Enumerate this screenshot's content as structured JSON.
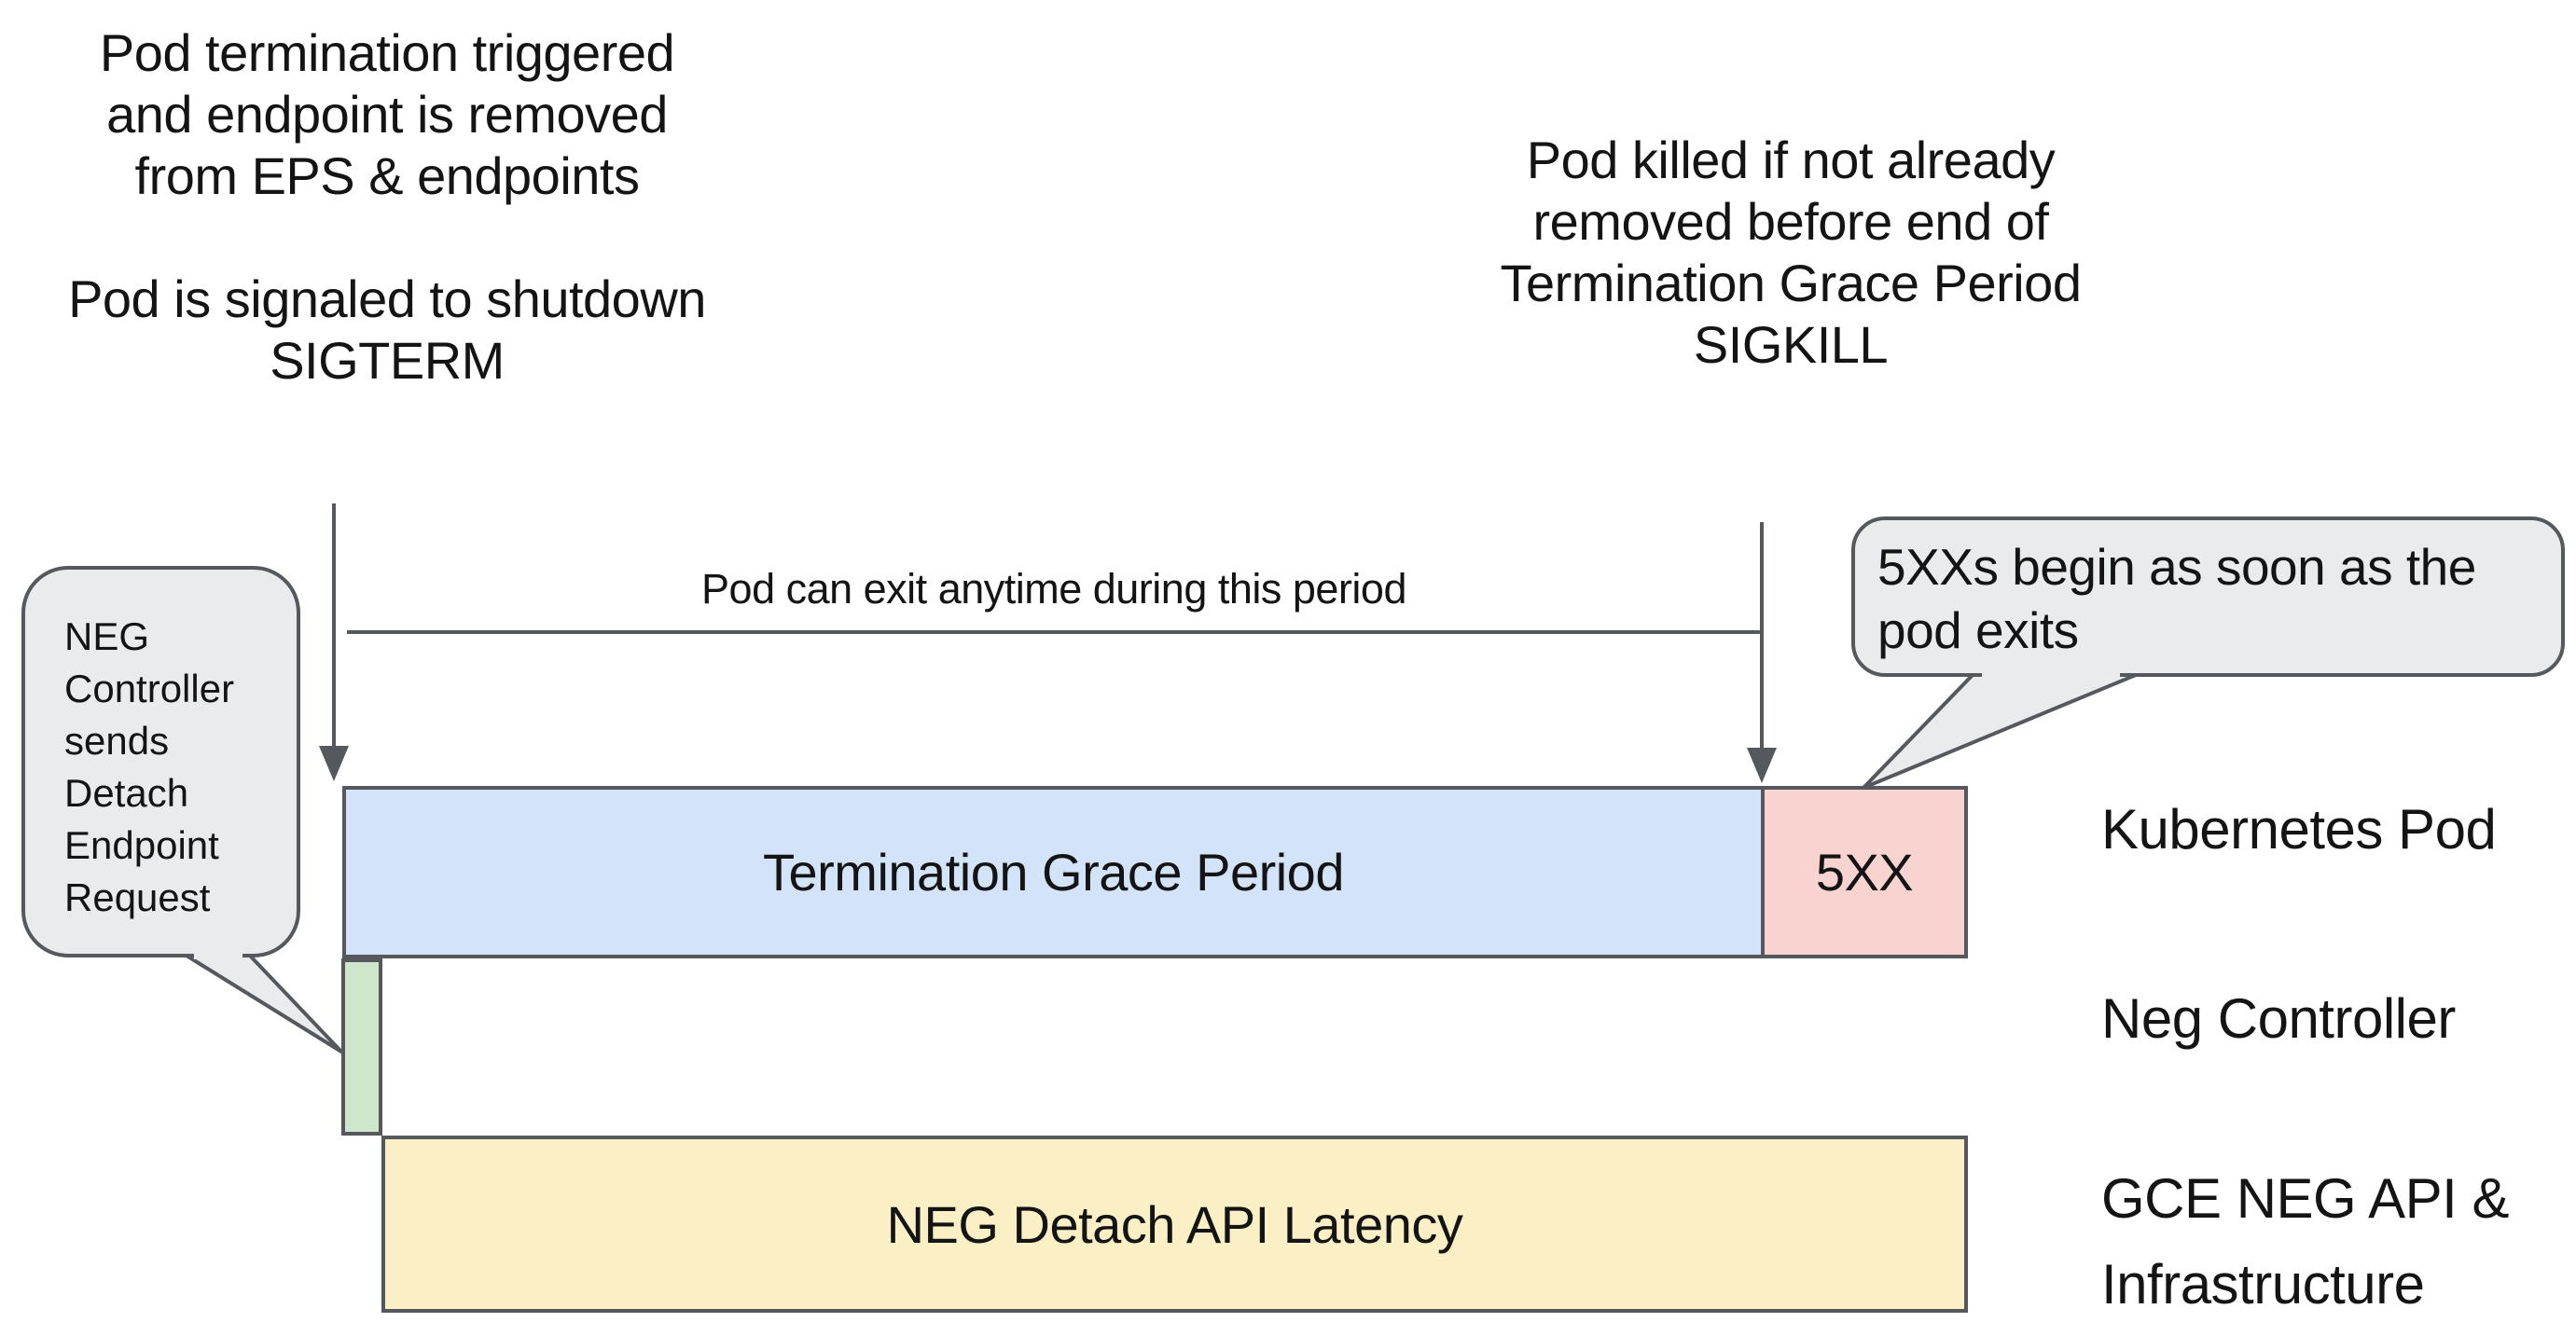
{
  "diagram": {
    "background": "#ffffff",
    "stroke_color": "#55595e",
    "text_color": "#141414",
    "top_left_note": {
      "para1": [
        "Pod termination triggered",
        "and endpoint is removed",
        "from EPS & endpoints"
      ],
      "para2": [
        "Pod is signaled to shutdown",
        "SIGTERM"
      ]
    },
    "top_right_note": {
      "lines": [
        "Pod killed if not already",
        "removed before end of",
        "Termination Grace Period",
        "SIGKILL"
      ]
    },
    "period_label": "Pod can exit anytime during this period",
    "left_callout": {
      "fill": "#e9ebed",
      "lines": [
        "NEG",
        "Controller",
        "sends",
        "Detach",
        "Endpoint",
        "Request"
      ]
    },
    "right_callout": {
      "fill": "#e9ebed",
      "lines": [
        "5XXs begin as soon as the",
        "pod exits"
      ]
    },
    "bars": {
      "termination_grace": {
        "label": "Termination Grace Period",
        "color": "#d2e3fa"
      },
      "errors_5xx": {
        "label": "5XX",
        "color": "#f8d3d0"
      },
      "neg_detach_request": {
        "label": "",
        "color": "#cee6cc"
      },
      "detach_latency": {
        "label": "NEG Detach API Latency",
        "color": "#fbf0c5"
      }
    },
    "row_labels": {
      "pod": "Kubernetes Pod",
      "neg": "Neg Controller",
      "gce_line1": "GCE NEG API &",
      "gce_line2": "Infrastructure"
    }
  }
}
